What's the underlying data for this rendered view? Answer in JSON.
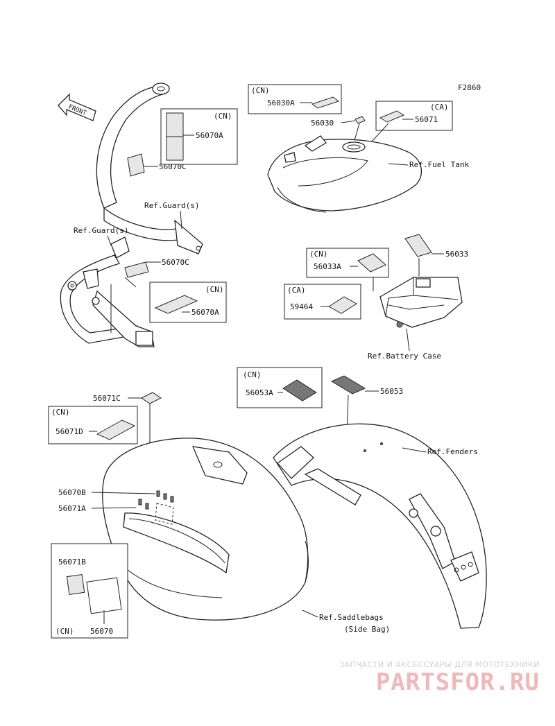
{
  "figure_code": "F2860",
  "front_label": "FRONT",
  "callouts": {
    "p56070c_top": "56070C",
    "p56070a_top": "56070A",
    "cn_top": "(CN)",
    "ref_guard_right": "Ref.Guard(s)",
    "ref_guard_left": "Ref.Guard(s)",
    "p56070c_mid": "56070C",
    "cn_mid": "(CN)",
    "p56070a_mid": "56070A",
    "cn_fuel": "(CN)",
    "p56030a": "56030A",
    "p56030": "56030",
    "ca_fuel": "(CA)",
    "p56071": "56071",
    "ref_fuel_tank": "Ref.Fuel Tank",
    "p56033": "56033",
    "cn_batt": "(CN)",
    "p56033a": "56033A",
    "ca_batt": "(CA)",
    "p59464": "59464",
    "ref_battery_case": "Ref.Battery Case",
    "cn_fender": "(CN)",
    "p56053a": "56053A",
    "p56053": "56053",
    "p56071c": "56071C",
    "cn_bag": "(CN)",
    "p56071d": "56071D",
    "ref_fenders": "Ref.Fenders",
    "p56070b": "56070B",
    "p56071a": "56071A",
    "p56071b": "56071B",
    "p56070": "56070",
    "cn_bottom": "(CN)",
    "ref_saddlebags": "Ref.Saddlebags",
    "side_bag": "(Side Bag)"
  },
  "watermark": {
    "subtitle": "ЗАПЧАСТИ И АКСЕССУАРЫ ДЛЯ МОТОТЕХНИКИ",
    "logo": "PARTSFOR.RU"
  }
}
